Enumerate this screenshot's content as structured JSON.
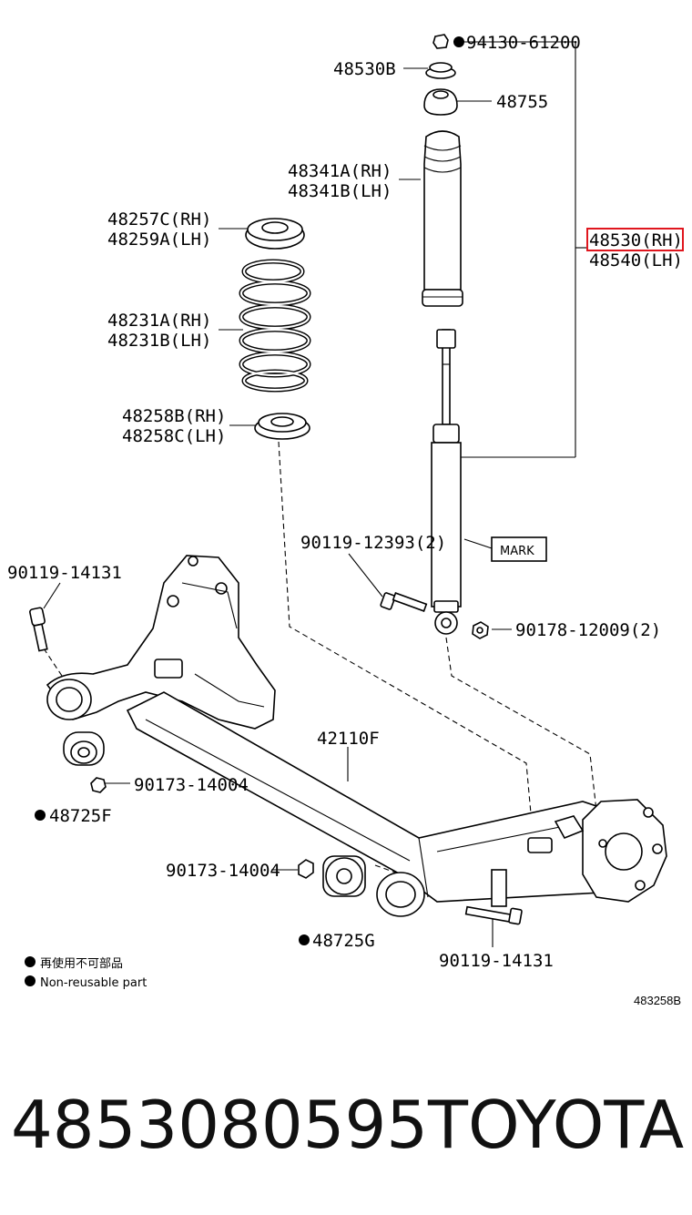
{
  "labels": {
    "nut_top": "94130-61200",
    "support": "48530B",
    "bumper_seat": "48755",
    "boot_rh": "48341A(RH)",
    "boot_lh": "48341B(LH)",
    "insulator_upper_rh": "48257C(RH)",
    "insulator_upper_lh": "48259A(LH)",
    "shock_rh": "48530(RH)",
    "shock_lh": "48540(LH)",
    "spring_rh": "48231A(RH)",
    "spring_lh": "48231B(LH)",
    "insulator_lower_rh": "48258B(RH)",
    "insulator_lower_lh": "48258C(LH)",
    "bolt_shock": "90119-12393(2)",
    "mark": "MARK",
    "bolt_left": "90119-14131",
    "nut_shock": "90178-12009(2)",
    "beam": "42110F",
    "nut_left": "90173-14004",
    "bush_left": "48725F",
    "nut_center": "90173-14004",
    "bush_center": "48725G",
    "bolt_right": "90119-14131"
  },
  "legend": {
    "line1": "再使用不可部品",
    "line2": "Non-reusable part"
  },
  "diagram_code": "483258B",
  "footer": {
    "part_number": "4853080595",
    "brand": "TOYOTA"
  },
  "colors": {
    "highlight": "#e0161e",
    "ink": "#000000"
  }
}
